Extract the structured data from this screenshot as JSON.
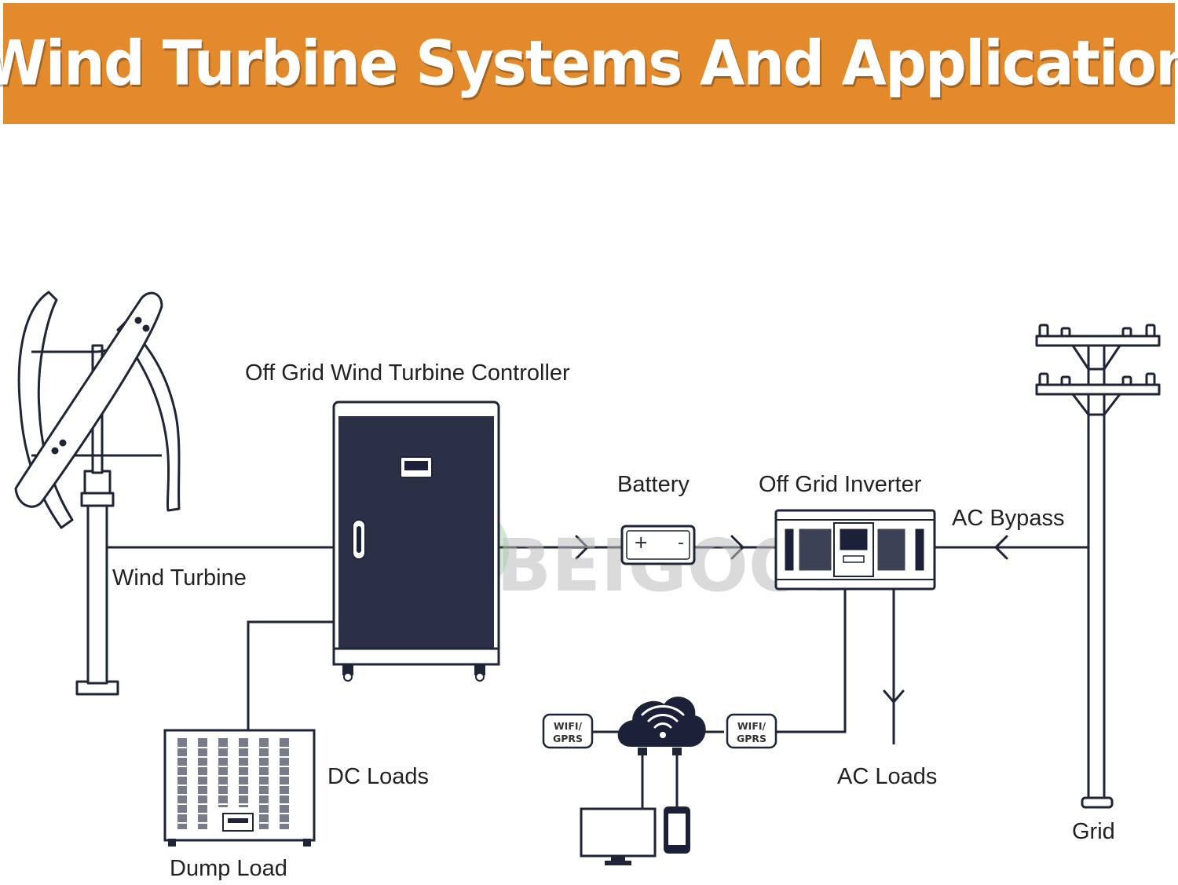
{
  "title": "Wind Turbine Systems And Application",
  "labels": {
    "controller": "Off Grid Wind Turbine Controller",
    "battery": "Battery",
    "inverter": "Off Grid Inverter",
    "ac_bypass": "AC Bypass",
    "wind_turbine": "Wind Turbine",
    "dc_loads": "DC Loads",
    "dump_load": "Dump Load",
    "ac_loads": "AC Loads",
    "grid": "Grid",
    "wifi_left_line1": "WIFI/",
    "wifi_left_line2": "GPRS",
    "wifi_right_line1": "WIFI/",
    "wifi_right_line2": "GPRS",
    "battery_plus": "+",
    "battery_minus": "-"
  },
  "watermark": "BEIGOOD",
  "colors": {
    "banner": "#e38a2c",
    "banner_text": "#ffffff",
    "controller_body": "#1b2038",
    "line": "#1f2536"
  }
}
